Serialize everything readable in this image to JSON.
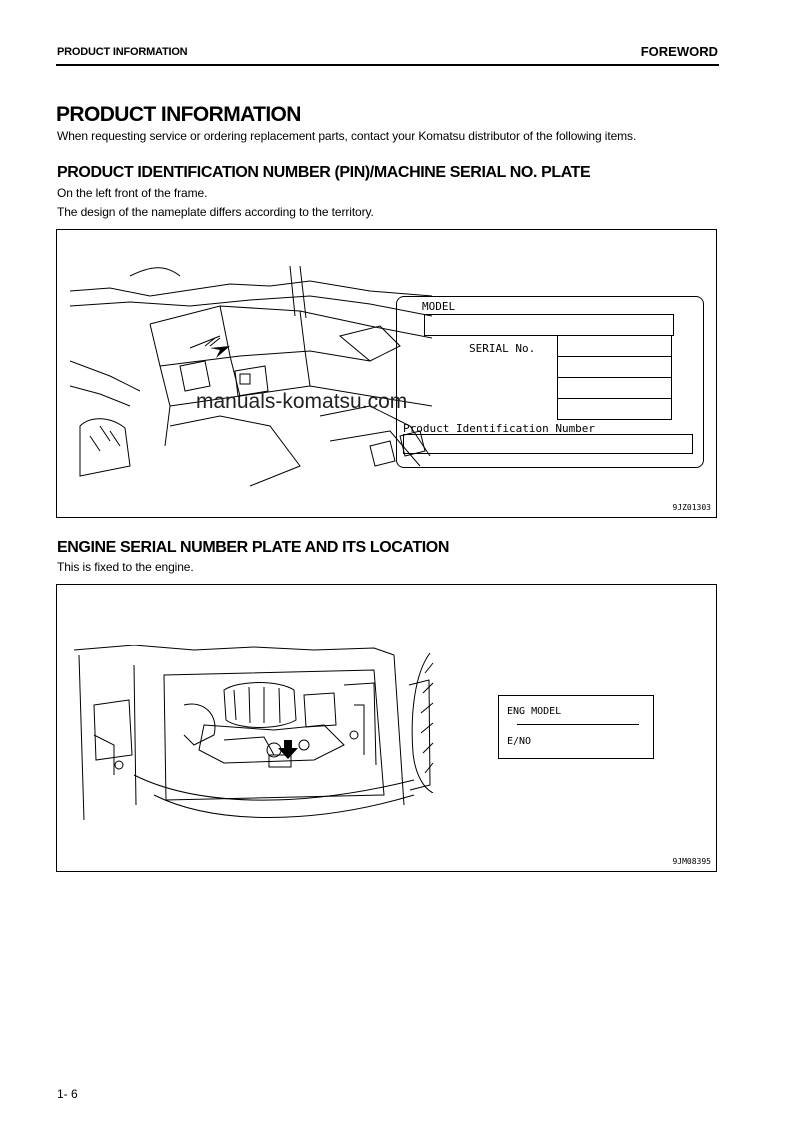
{
  "header": {
    "section": "PRODUCT INFORMATION",
    "chapter": "FOREWORD"
  },
  "title": "PRODUCT INFORMATION",
  "intro": "When requesting service or ordering replacement parts, contact your Komatsu distributor of the following items.",
  "pin_section": {
    "heading": "PRODUCT IDENTIFICATION NUMBER (PIN)/MACHINE SERIAL NO. PLATE",
    "line1": "On the left front of the frame.",
    "line2": "The design of the nameplate differs according to the territory.",
    "plate": {
      "model_label": "MODEL",
      "serial_label": "SERIAL No.",
      "pin_label": "Product Identification Number"
    },
    "figure_code": "9JZ01303"
  },
  "watermark": "manuals-komatsu.com",
  "engine_section": {
    "heading": "ENGINE SERIAL NUMBER PLATE AND ITS LOCATION",
    "line1": "This is fixed to the engine.",
    "plate": {
      "model_label": "ENG MODEL",
      "no_label": "E/NO"
    },
    "figure_code": "9JM08395"
  },
  "footer": {
    "page": "1- 6"
  }
}
